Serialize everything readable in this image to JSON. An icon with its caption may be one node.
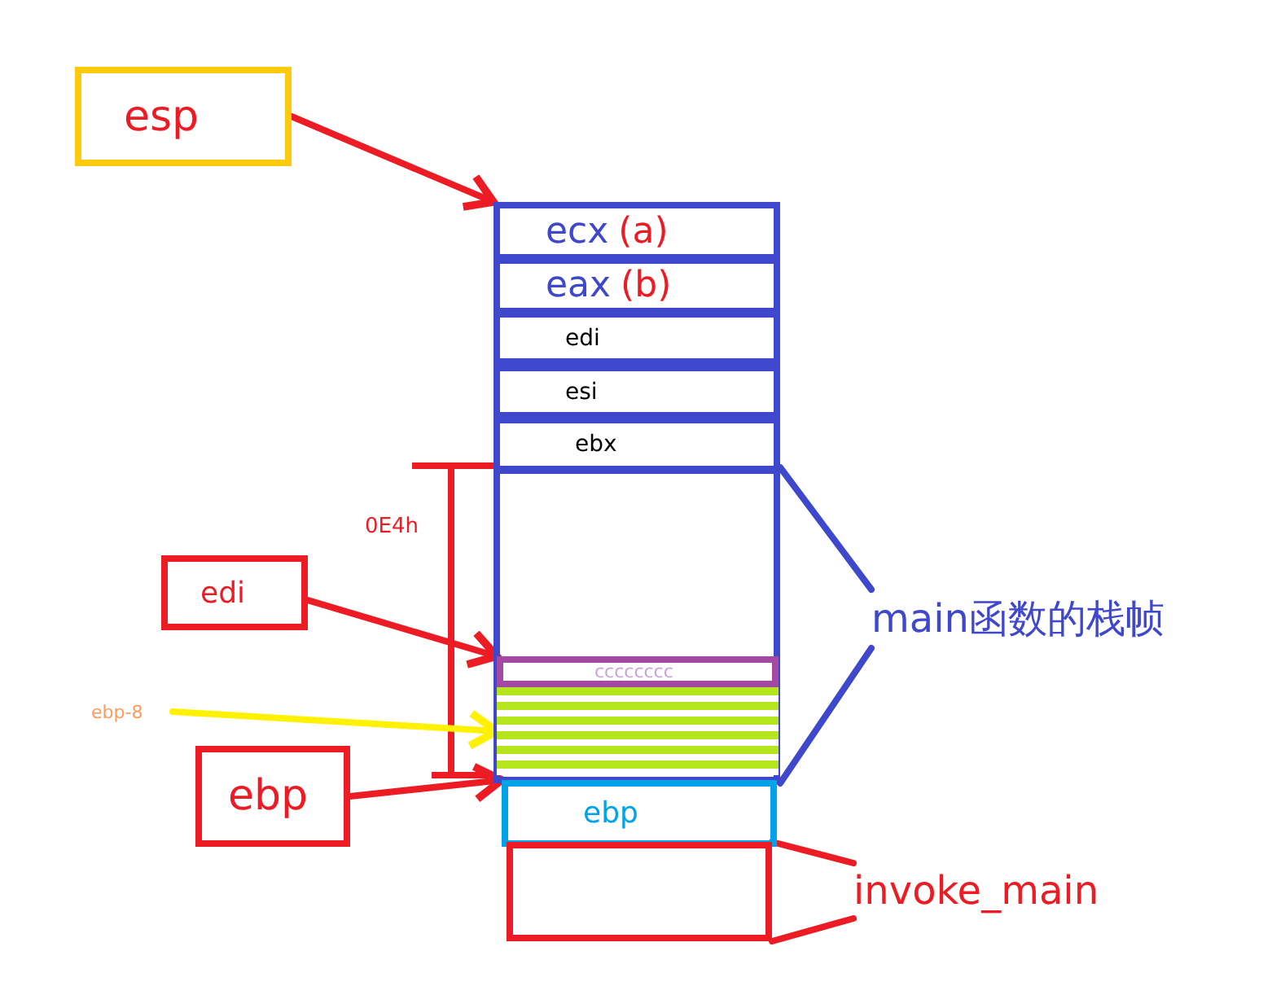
{
  "diagram": {
    "nodes": [
      {
        "text": [
          "esp"
        ]
      },
      {
        "text": [
          "ecx",
          "(a)"
        ]
      },
      {
        "text": [
          "eax",
          "(b)"
        ]
      },
      {
        "text": [
          "edi"
        ]
      },
      {
        "text": [
          "esi"
        ]
      },
      {
        "text": [
          "ebx"
        ]
      },
      {
        "text": [],
        "shape": "box"
      },
      {
        "text": [
          "edi"
        ]
      },
      {
        "text": [
          "cccccccc"
        ],
        "in": 6
      },
      {
        "text": [
          "main函数的栈帧"
        ]
      },
      {
        "text": [
          "ebp-8"
        ]
      },
      {
        "text": [],
        "shape": "box",
        "in": 6
      },
      {
        "text": [
          "ebp"
        ]
      },
      {
        "text": [
          "ebp"
        ]
      },
      {
        "text": [
          "invoke_main"
        ]
      },
      {
        "text": [],
        "shape": "box"
      }
    ],
    "edges": [
      {
        "from": 0,
        "to": 1,
        "arrow": "to"
      },
      {
        "from": 7,
        "to": 8,
        "arrow": "to"
      },
      {
        "from": 10,
        "to": 11,
        "arrow": "to",
        "color": "#fff200"
      },
      {
        "from": 12,
        "to": 13,
        "arrow": "to"
      },
      {
        "from": 9,
        "to": 6,
        "arrow": "none",
        "color": "#3f48cc"
      },
      {
        "from": 9,
        "to": 6,
        "arrow": "none",
        "color": "#3f48cc"
      },
      {
        "from": 14,
        "to": 15,
        "arrow": "none"
      },
      {
        "from": 14,
        "to": 15,
        "arrow": "none"
      }
    ],
    "labels": [
      "0E4h"
    ]
  }
}
